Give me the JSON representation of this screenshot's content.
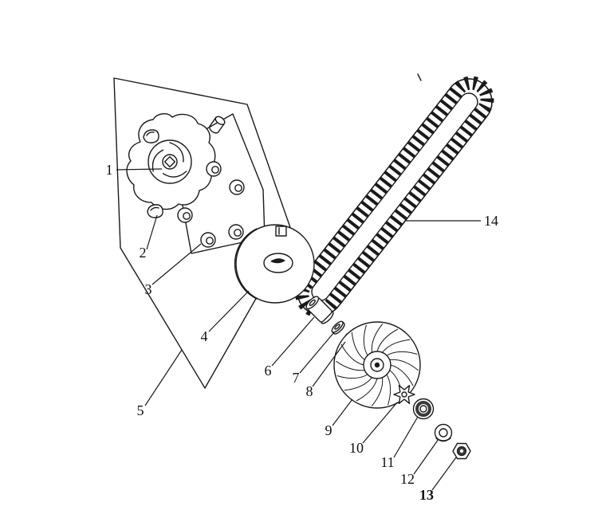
{
  "diagram": {
    "type": "exploded-parts-diagram",
    "background": "#ffffff",
    "line_color": "#1a1a1a",
    "parts": [
      {
        "label": "1"
      },
      {
        "label": "2"
      },
      {
        "label": "3"
      },
      {
        "label": "4"
      },
      {
        "label": "5"
      },
      {
        "label": "6"
      },
      {
        "label": "7"
      },
      {
        "label": "8"
      },
      {
        "label": "9"
      },
      {
        "label": "10"
      },
      {
        "label": "11"
      },
      {
        "label": "12"
      },
      {
        "label": "13"
      },
      {
        "label": "14"
      }
    ]
  }
}
